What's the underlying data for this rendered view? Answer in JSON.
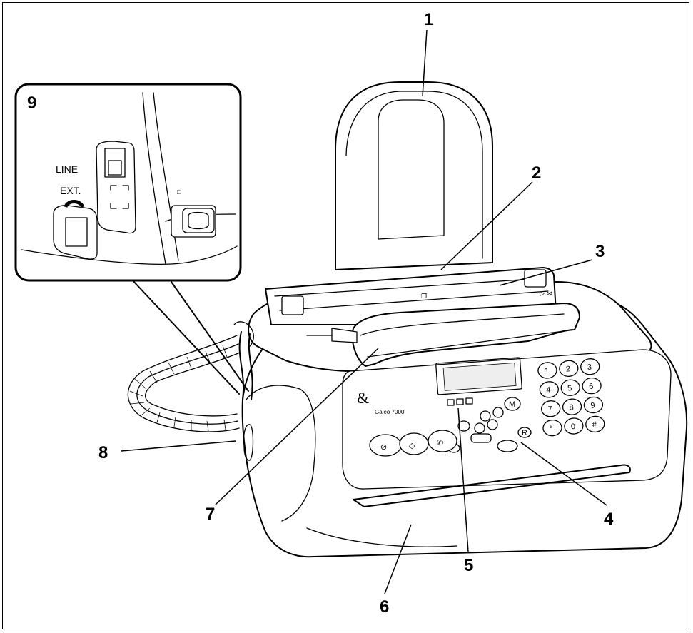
{
  "callouts": [
    {
      "id": "1",
      "label": "1"
    },
    {
      "id": "2",
      "label": "2"
    },
    {
      "id": "3",
      "label": "3"
    },
    {
      "id": "4",
      "label": "4"
    },
    {
      "id": "5",
      "label": "5"
    },
    {
      "id": "6",
      "label": "6"
    },
    {
      "id": "7",
      "label": "7"
    },
    {
      "id": "8",
      "label": "8"
    },
    {
      "id": "9",
      "label": "9"
    }
  ],
  "inset": {
    "number": "9",
    "line_port_label": "LINE",
    "ext_port_label": "EXT."
  },
  "device": {
    "brand_mark": "&",
    "model_name": "Galéo 7000",
    "keypad_keys": [
      "1",
      "2",
      "3",
      "4",
      "5",
      "6",
      "7",
      "8",
      "9",
      "*",
      "0",
      "#"
    ],
    "function_keys": [
      "M",
      "R"
    ]
  }
}
